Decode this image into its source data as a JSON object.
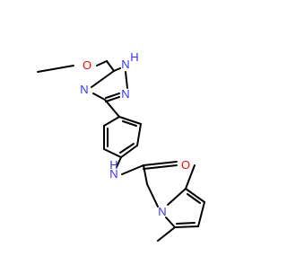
{
  "molecule": {
    "atoms": {
      "methoxy_o": "O",
      "triazole_n1": "N",
      "triazole_n2": "N",
      "triazole_nh": "N",
      "triazole_h": "H",
      "amide_n": "N",
      "amide_h": "H",
      "amide_o": "O",
      "pyrrole_n": "N"
    },
    "colors": {
      "bond": "#000000",
      "nitrogen": "#3333ff",
      "oxygen": "#ff0000",
      "background": "#ffffff"
    }
  }
}
